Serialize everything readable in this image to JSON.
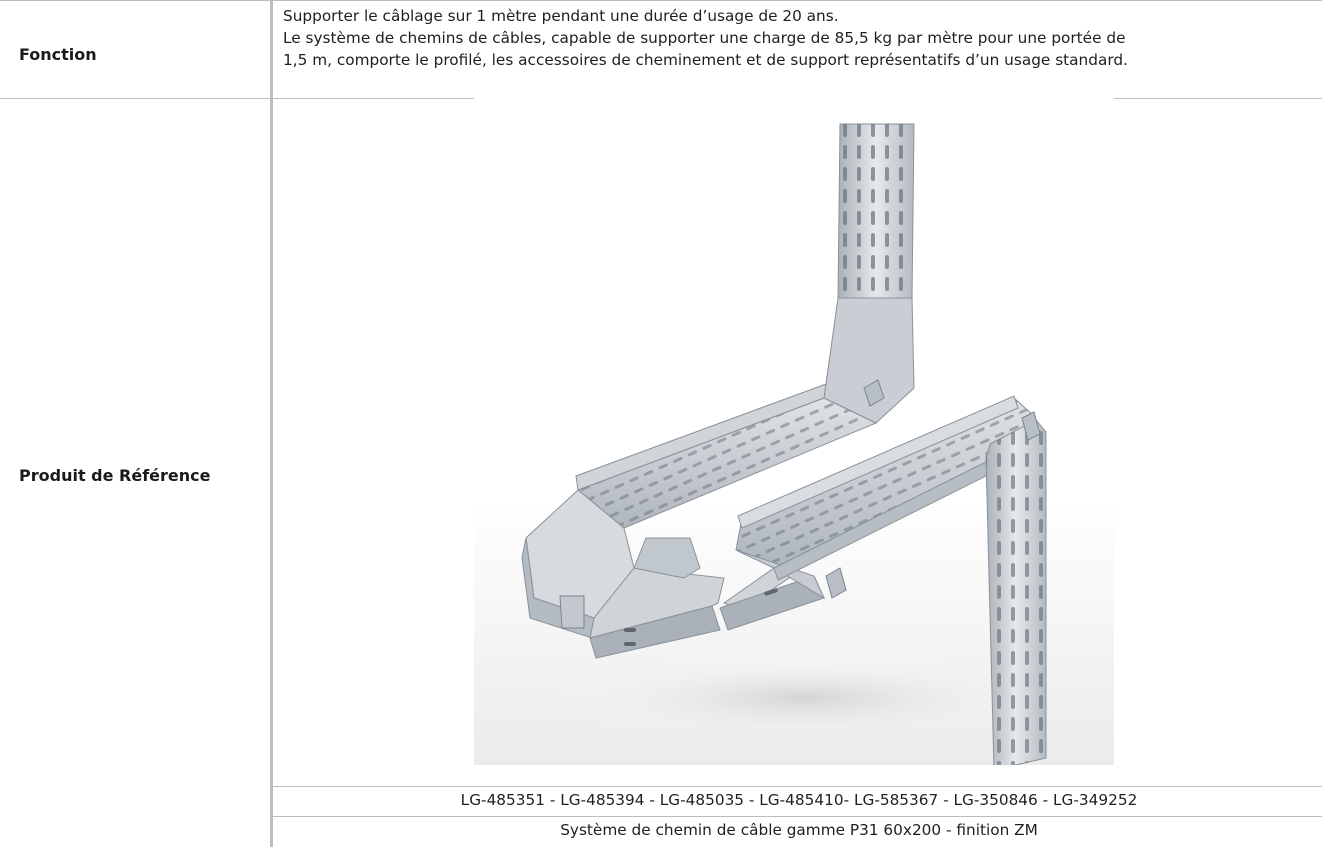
{
  "rows": {
    "fonction": {
      "label": "Fonction",
      "lines": [
        "Supporter le câblage sur 1 mètre pendant une durée d’usage de 20 ans.",
        "Le système de chemins de câbles, capable de supporter une charge de 85,5 kg par mètre pour une portée de",
        "1,5 m, comporte le profilé, les accessoires de cheminement et de support représentatifs d’un usage standard."
      ]
    },
    "produit": {
      "label": "Produit de Référence",
      "image_alt": "cable-tray-system-photo",
      "references": "LG-485351 - LG-485394 - LG-485035 - LG-485410- LG-585367 - LG-350846 - LG-349252",
      "description": "Système de chemin de câble gamme P31 60x200 - finition ZM"
    }
  },
  "colors": {
    "border": "#bdbdbd",
    "text": "#1a1a1a",
    "metal_light": "#e4e7ea",
    "metal_mid": "#b9bfc5",
    "metal_dark": "#7d858d"
  }
}
